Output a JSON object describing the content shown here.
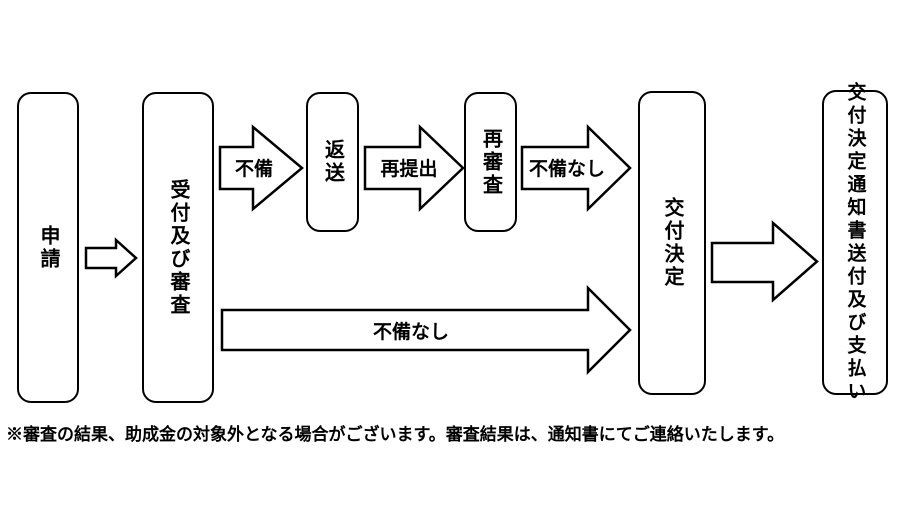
{
  "diagram": {
    "title": "grant-application-flowchart",
    "colors": {
      "background": "#ffffff",
      "line": "#000000",
      "text": "#000000"
    },
    "nodes": [
      {
        "id": "application",
        "label": "申請"
      },
      {
        "id": "reception-and-review",
        "label": "受付及び審査"
      },
      {
        "id": "return",
        "label": "返送"
      },
      {
        "id": "re-review",
        "label": "再審査"
      },
      {
        "id": "grant-decision",
        "label": "交付決定"
      },
      {
        "id": "notice-and-payment",
        "label": "交付決定通知書送付及び支払い"
      }
    ],
    "arrows": [
      {
        "id": "application-to-reception",
        "from": "application",
        "to": "reception-and-review",
        "label": ""
      },
      {
        "id": "deficiency",
        "from": "reception-and-review",
        "to": "return",
        "label": "不備"
      },
      {
        "id": "resubmission",
        "from": "return",
        "to": "re-review",
        "label": "再提出"
      },
      {
        "id": "no-deficiency-top",
        "from": "re-review",
        "to": "grant-decision",
        "label": "不備なし"
      },
      {
        "id": "no-deficiency-long",
        "from": "reception-and-review",
        "to": "grant-decision",
        "label": "不備なし"
      },
      {
        "id": "decision-to-notice",
        "from": "grant-decision",
        "to": "notice-and-payment",
        "label": ""
      }
    ],
    "footnote": "※審査の結果、助成金の対象外となる場合がございます。審査結果は、通知書にてご連絡いたします。"
  }
}
